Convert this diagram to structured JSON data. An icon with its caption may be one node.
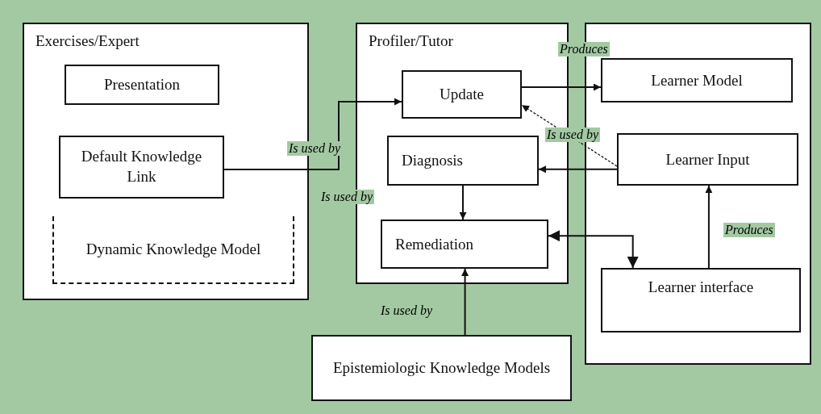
{
  "diagram": {
    "nodes": [
      {
        "text": [
          "Exercises/Expert"
        ]
      },
      {
        "text": [
          "Presentation"
        ],
        "in": 0
      },
      {
        "text": [
          "Default Knowledge Link"
        ],
        "in": 0
      },
      {
        "text": [
          "Dynamic Knowledge Model"
        ],
        "in": 0
      },
      {
        "text": [
          "Profiler/Tutor"
        ]
      },
      {
        "text": [
          "Update"
        ],
        "in": 4
      },
      {
        "text": [
          "Diagnosis"
        ],
        "in": 4
      },
      {
        "text": [
          "Remediation"
        ],
        "in": 4
      },
      {
        "text": [],
        "shape": "box"
      },
      {
        "text": [
          "Learner Model"
        ],
        "in": 8
      },
      {
        "text": [
          "Learner Input"
        ],
        "in": 8
      },
      {
        "text": [
          "Learner interface"
        ],
        "in": 8
      },
      {
        "text": [
          "Epistemiologic Knowledge Models"
        ]
      }
    ],
    "edges": [
      {
        "from": 2,
        "to": 5,
        "arrow": "to",
        "label": "Is used by"
      },
      {
        "from": 5,
        "to": 9,
        "arrow": "to",
        "label": "Produces"
      },
      {
        "from": 10,
        "to": 5,
        "arrow": "to",
        "label": "Is used by",
        "style": "dashed"
      },
      {
        "from": 10,
        "to": 6,
        "arrow": "to"
      },
      {
        "from": 6,
        "to": 7,
        "arrow": "to"
      },
      {
        "from": 7,
        "to": 11,
        "arrow": "both"
      },
      {
        "from": 12,
        "to": 7,
        "arrow": "to",
        "label": "Is used by"
      },
      {
        "from": 11,
        "to": 10,
        "arrow": "to",
        "label": "Produces"
      }
    ],
    "labels": [
      "Is used by"
    ]
  }
}
